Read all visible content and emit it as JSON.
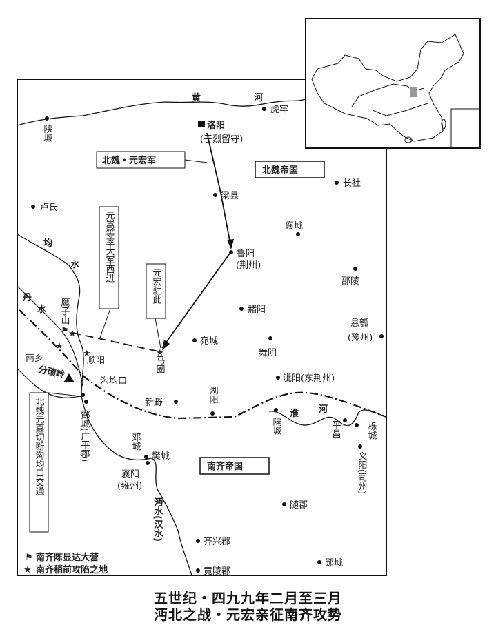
{
  "map": {
    "rivers": {
      "huanghe_1": "黄",
      "huanghe_2": "河",
      "junshui_1": "均",
      "junshui_2": "水",
      "danshui_1": "丹",
      "danshui_2": "水",
      "huaihe_1": "淮",
      "huaihe_2": "河",
      "mianshui": "沔水(汉水)"
    },
    "places": {
      "hulao": "虎牢",
      "shancheng": "陕城",
      "luoyang": "洛阳",
      "luoyang_note": "(于烈留守)",
      "changshe": "长社",
      "liangxian": "梁县",
      "lushi": "卢氏",
      "xiangcheng": "襄城",
      "luyang": "鲁阳",
      "luyang_note": "(荆州)",
      "shaoling": "邵陵",
      "zheyang": "赭阳",
      "xuanhu": "悬瓠",
      "xuanhu_note": "(豫州)",
      "wancheng": "宛城",
      "wuyin": "舞阴",
      "yingzishan": "鹰子山",
      "nanxiang": "南乡",
      "shunyang": "顺阳",
      "majuan": "马圈",
      "fenqiling": "分碛岭",
      "goujunkou": "沟均口",
      "ciyang": "泚阳(东荆州)",
      "xinye": "新野",
      "huyang": "湖阳",
      "gecheng": "隔城",
      "pingchang": "平昌",
      "licheng": "栎城",
      "yiyang": "义阳(司州)",
      "zancheng": "酇城(广平郡)",
      "dengcheng": "邓城",
      "fancheng": "樊城",
      "xiangyang": "襄阳",
      "xiangyang_note": "(雍州)",
      "suijun": "随郡",
      "qixingjun": "齐兴郡",
      "jinglingjun": "竟陵郡",
      "yingcheng": "郧城"
    },
    "boxes": {
      "beiwei_army": "北魏・元宏军",
      "beiwei_empire": "北魏帝国",
      "nanqi_empire": "南齐帝国",
      "yuansong": "元嵩等率大军西进",
      "yuanhong": "元宏驻此",
      "yuanjia": "北魏元嘉切断沟均口交通"
    },
    "legend": [
      {
        "icon": "flag-icon",
        "label": "南齐陈显达大营"
      },
      {
        "icon": "star-icon",
        "label": "南齐稍前攻陷之地"
      }
    ]
  },
  "caption": {
    "line1": "五世纪・四九九年二月至三月",
    "line2": "沔北之战・元宏亲征南齐攻势"
  }
}
